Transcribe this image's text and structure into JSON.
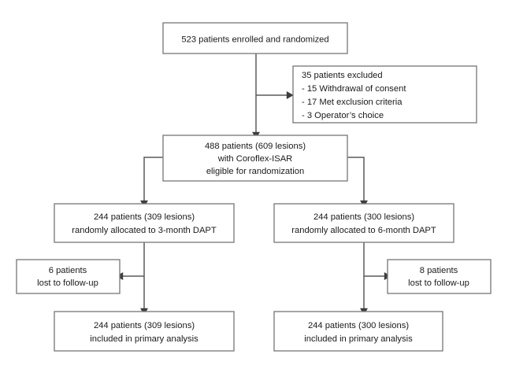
{
  "diagram": {
    "title": "CONSORT patient flow diagram",
    "colors": {
      "box_border": "#7f7f7f",
      "connector": "#5a5a5a",
      "box_fill": "#ffffff",
      "text": "#1a1a1a",
      "page_background": "#ffffff"
    },
    "nodes": {
      "enrolled": {
        "lines": [
          "523 patients enrolled and randomized"
        ],
        "align": "center"
      },
      "excluded": {
        "lines": [
          "35 patients excluded",
          " - 15 Withdrawal of consent",
          " - 17 Met exclusion criteria",
          " - 3 Operator’s choice"
        ],
        "align": "left"
      },
      "eligible": {
        "lines": [
          "488 patients (609 lesions)",
          "with Coroflex-ISAR",
          "eligible for randomization"
        ],
        "align": "center"
      },
      "allocated_left": {
        "lines": [
          "244 patients (309 lesions)",
          "randomly allocated to 3-month DAPT"
        ],
        "align": "center"
      },
      "allocated_right": {
        "lines": [
          "244 patients (300 lesions)",
          "randomly allocated to 6-month DAPT"
        ],
        "align": "center"
      },
      "lost_left": {
        "lines": [
          "6 patients",
          "lost to follow-up"
        ],
        "align": "center"
      },
      "lost_right": {
        "lines": [
          "8 patients",
          "lost to follow-up"
        ],
        "align": "center"
      },
      "analysis_left": {
        "lines": [
          "244 patients (309 lesions)",
          "included in primary analysis"
        ],
        "align": "center"
      },
      "analysis_right": {
        "lines": [
          "244 patients (300 lesions)",
          "included in primary analysis"
        ],
        "align": "center"
      }
    }
  }
}
